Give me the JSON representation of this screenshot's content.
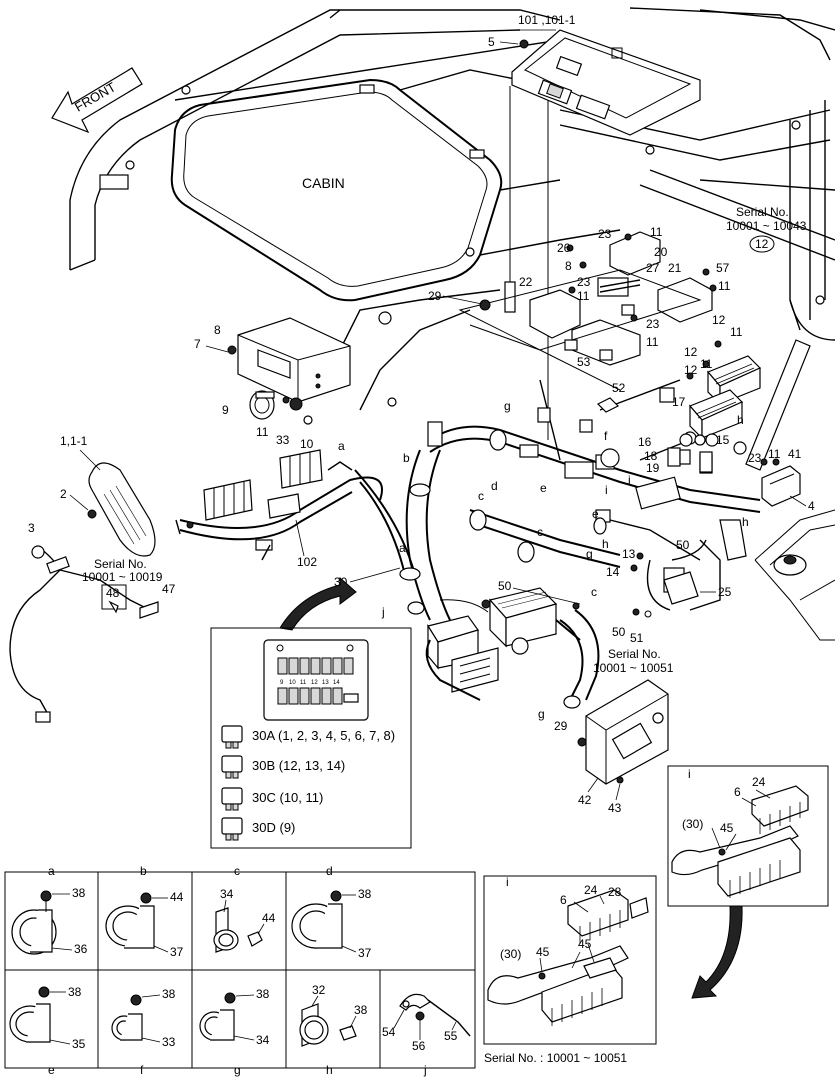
{
  "directions": {
    "front": "FRONT"
  },
  "area_labels": {
    "cabin": "CABIN"
  },
  "serial_notes": {
    "top_right_line1": "Serial No.",
    "top_right_line2": "10001 ~ 10043",
    "left_line1": "Serial No.",
    "left_line2": "10001 ~ 10019",
    "mid_right_line1": "Serial No.",
    "mid_right_line2": "10001 ~ 10051",
    "detail_i": "Serial No. : 10001 ~ 10051"
  },
  "fuse_legend": [
    {
      "code": "30A",
      "desc": "(1, 2, 3, 4, 5, 6, 7, 8)"
    },
    {
      "code": "30B",
      "desc": "(12, 13, 14)"
    },
    {
      "code": "30C",
      "desc": "(10, 11)"
    },
    {
      "code": "30D",
      "desc": "(9)"
    }
  ],
  "fuse_box_numbers": [
    "9",
    "10",
    "11",
    "12",
    "13",
    "14"
  ],
  "callouts": {
    "c101": "101 ,101-1",
    "c5": "5",
    "c11a": "11",
    "c23a": "23",
    "c20": "20",
    "c26": "26",
    "c8a": "8",
    "c27": "27",
    "c21": "21",
    "c57": "57",
    "c11b": "11",
    "c22": "22",
    "c23b": "23",
    "c11c": "11",
    "c29a": "29",
    "c23c": "23",
    "c11d": "11",
    "c53": "53",
    "c12a": "12",
    "c11e": "11",
    "c12b": "12",
    "c11f": "11",
    "c12c": "12",
    "c8b": "8",
    "c7": "7",
    "c9": "9",
    "c11g": "11",
    "c33": "33",
    "c10": "10",
    "c52": "52",
    "c17": "17",
    "c16": "16",
    "c15": "15",
    "c18": "18",
    "c19": "19",
    "c23d": "23",
    "c11h": "11",
    "c41": "41",
    "c4": "4",
    "c1": "1,1-1",
    "c2": "2",
    "c3": "3",
    "c48": "48",
    "c47": "47",
    "c102": "102",
    "c30": "30",
    "c50a": "50",
    "c50b": "50",
    "c51": "51",
    "c25": "25",
    "c13": "13",
    "c14": "14",
    "c29b": "29",
    "c42": "42",
    "c43": "43",
    "c12circ": "12"
  },
  "letters": {
    "a": "a",
    "b": "b",
    "c": "c",
    "d": "d",
    "e": "e",
    "f": "f",
    "g": "g",
    "h": "h",
    "i": "i",
    "j": "j"
  },
  "detail_i_top": {
    "title": "i",
    "n24": "24",
    "n6": "6",
    "n30": "(30)",
    "n45": "45"
  },
  "detail_i_bottom": {
    "title": "i",
    "n24": "24",
    "n28": "28",
    "n6": "6",
    "n45a": "45",
    "n45b": "45",
    "n30": "(30)"
  },
  "clamp_table": [
    {
      "letter": "a",
      "parts": [
        "38",
        "36"
      ]
    },
    {
      "letter": "b",
      "parts": [
        "44",
        "37"
      ]
    },
    {
      "letter": "c",
      "parts": [
        "34",
        "44"
      ]
    },
    {
      "letter": "d",
      "parts": [
        "38",
        "37"
      ]
    },
    {
      "letter": "e",
      "parts": [
        "38",
        "35"
      ]
    },
    {
      "letter": "f",
      "parts": [
        "38",
        "33"
      ]
    },
    {
      "letter": "g",
      "parts": [
        "38",
        "34"
      ]
    },
    {
      "letter": "h",
      "parts": [
        "32",
        "38"
      ]
    },
    {
      "letter": "j",
      "parts": [
        "54",
        "56",
        "55"
      ]
    }
  ]
}
